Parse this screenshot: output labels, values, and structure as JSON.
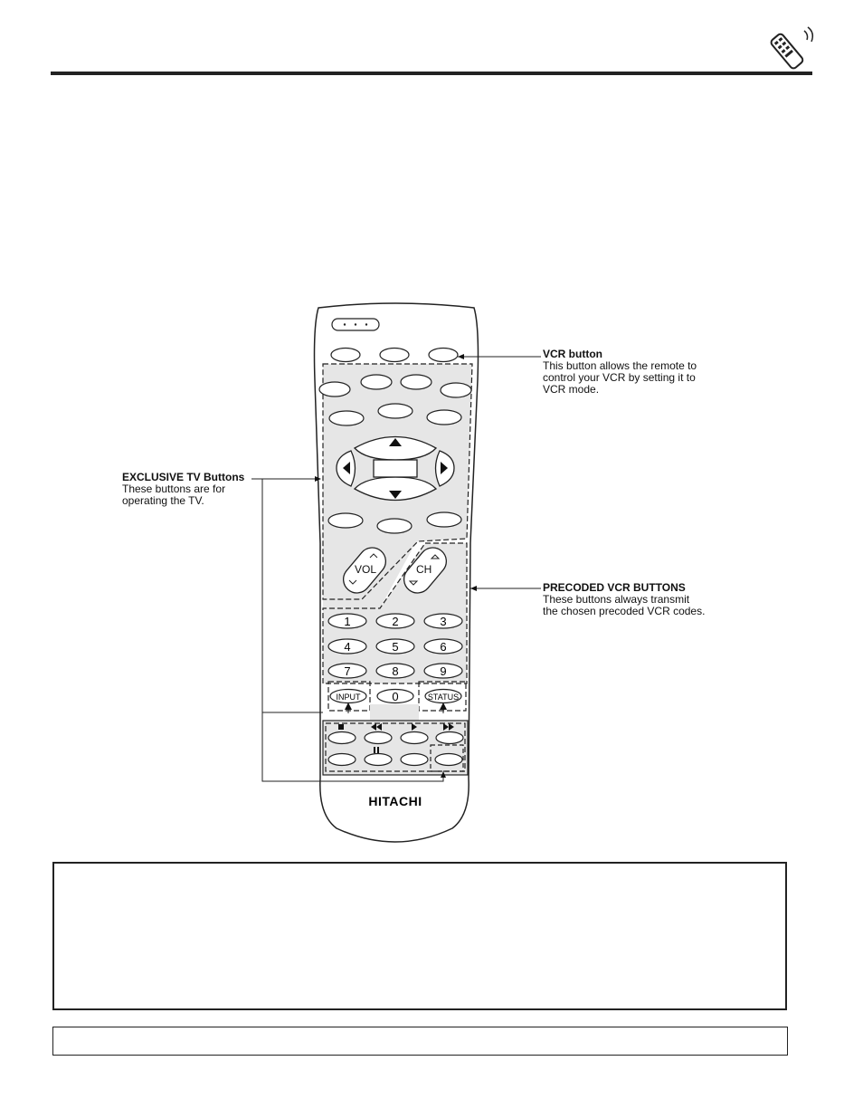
{
  "header": {
    "icon": "remote-control-icon"
  },
  "remote": {
    "brand": "HITACHI",
    "vol_label": "VOL",
    "ch_label": "CH",
    "number_keys": [
      "1",
      "2",
      "3",
      "4",
      "5",
      "6",
      "7",
      "8",
      "9"
    ],
    "zero_key": "0",
    "input_label": "INPUT",
    "status_label": "STATUS",
    "transport_icons": [
      "stop-icon",
      "rewind-icon",
      "play-icon",
      "fast-forward-icon",
      "pause-icon"
    ]
  },
  "callouts": {
    "vcr_button": {
      "title": "VCR button",
      "lines": [
        "This button allows the remote to",
        "control your VCR by setting it to",
        "VCR mode."
      ]
    },
    "exclusive_tv": {
      "title": "EXCLUSIVE TV Buttons",
      "lines": [
        "These buttons are for",
        "operating the TV."
      ]
    },
    "precoded_vcr": {
      "title": "PRECODED VCR BUTTONS",
      "lines": [
        "These buttons always transmit",
        "the chosen precoded VCR codes."
      ]
    }
  }
}
